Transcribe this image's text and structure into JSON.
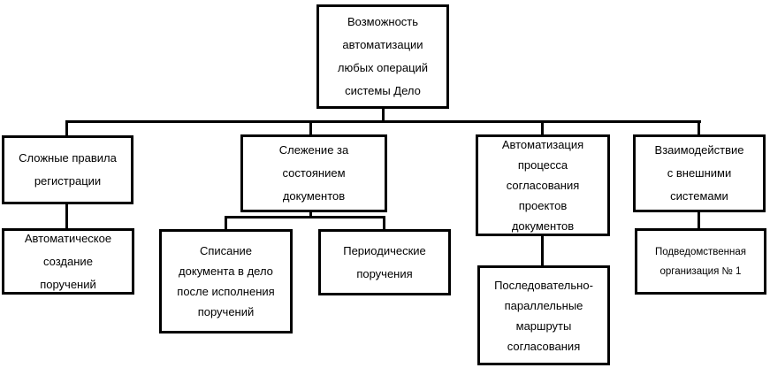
{
  "colors": {
    "ink": "#000000",
    "background": "#ffffff"
  },
  "diagram": {
    "root": {
      "label": "Возможность\nавтоматизации\nлюбых операций\nсистемы Дело"
    },
    "level2": [
      {
        "label": "Сложные правила\nрегистрации"
      },
      {
        "label": "Слежение за\nсостоянием\nдокументов"
      },
      {
        "label": "Автоматизация\nпроцесса\nсогласования\nпроектов\nдокументов"
      },
      {
        "label": "Взаимодействие\nс внешними\nсистемами"
      }
    ],
    "level3": [
      {
        "label": "Автоматическое\nсоздание\nпоручений"
      },
      {
        "label": "Списание\nдокумента в дело\nпосле исполнения\nпоручений"
      },
      {
        "label": "Периодические\nпоручения"
      },
      {
        "label": "Последовательно-\nпараллельные\nмаршруты\nсогласования"
      },
      {
        "label": "Подведомственная\nорганизация № 1"
      }
    ]
  }
}
